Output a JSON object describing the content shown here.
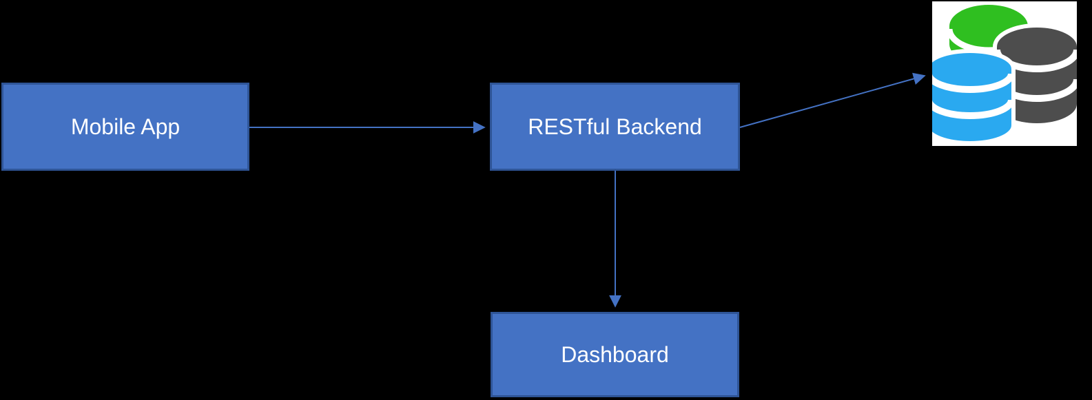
{
  "diagram": {
    "kind": "architecture-flowchart",
    "background": "#000000"
  },
  "colors": {
    "background": "#000000",
    "node-fill": "#4472C4",
    "node-border": "#2F5597",
    "node-text": "#FFFFFF",
    "arrow": "#4472C4",
    "db-green": "#2FBF20",
    "db-blue": "#2AA9F0",
    "db-gray": "#4D4D4D",
    "icon-bg": "#FFFFFF"
  },
  "nodes": {
    "mobile_app": {
      "label": "Mobile App",
      "shape": "rectangle"
    },
    "restful_backend": {
      "label": "RESTful Backend",
      "shape": "rectangle"
    },
    "dashboard": {
      "label": "Dashboard",
      "shape": "rectangle"
    },
    "database": {
      "label": "",
      "icon": "database-icon",
      "description": "three stacked database cylinders (green, dark gray, blue) on white square"
    }
  },
  "edges": [
    {
      "from": "Mobile App",
      "to": "RESTful Backend",
      "style": "straight-arrow",
      "direction": "right"
    },
    {
      "from": "RESTful Backend",
      "to": "Database",
      "style": "straight-arrow",
      "direction": "up-right"
    },
    {
      "from": "RESTful Backend",
      "to": "Dashboard",
      "style": "straight-arrow",
      "direction": "down"
    }
  ]
}
